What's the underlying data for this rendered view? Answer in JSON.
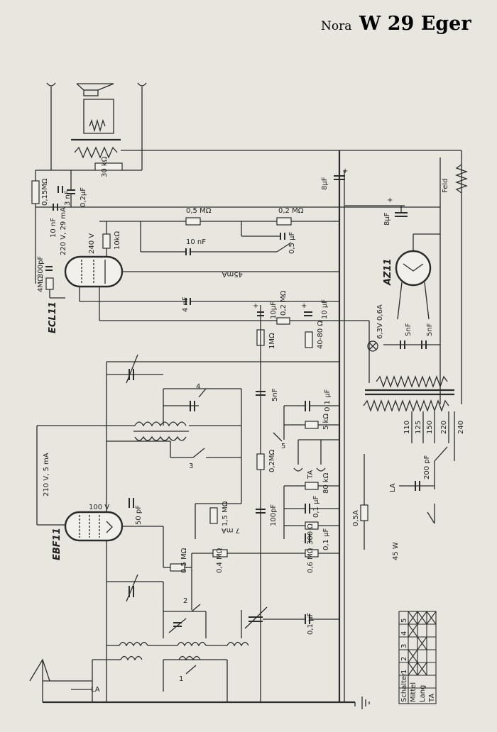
{
  "header": {
    "brand": "Nora",
    "model": "W 29 Eger"
  },
  "tubes": {
    "power": "ECL11",
    "rectifier": "AZ11",
    "if_amp": "EBF11"
  },
  "labels": {
    "r_30k": "30 kΩ",
    "c_3nf": "3 nF",
    "c_02uf": "0,2µF",
    "r_015m": "0,15MΩ",
    "c_10nf": "10 nF",
    "v_220": "220 V, 29 mA",
    "v_240": "240 V",
    "r_10k": "10kΩ",
    "c_300pf": "300pF",
    "r_4m": "4MΩ",
    "r_05m_top": "0,5 MΩ",
    "c_10nf_b": "10 nF",
    "r_02m_top": "0,2 MΩ",
    "c_05uf": "0,5 µF",
    "i_45ma": "45mA",
    "c_4nf": "4 nF",
    "c_8uf_top": "8µF",
    "c_8uf_mid": "8µF",
    "feld": "Feld",
    "c_10uf": "10µF",
    "r_02m_mid": "0,2 MΩ",
    "c_10uf_b": "10 µF",
    "r_1m": "1MΩ",
    "r_40_80": "40-80 Ω",
    "lamp": "6,3V 0,6A",
    "c_5nf_a": "5nF",
    "c_5nf_b": "5nF",
    "c_5nf_c": "5nF",
    "c_01uf_a": "0,1 µF",
    "r_5k": "5 kΩ",
    "sw_1": "1",
    "sw_2": "2",
    "sw_3": "3",
    "sw_4": "4",
    "sw_5": "5",
    "r_02m_lo": "0,2MΩ",
    "ta": "TA",
    "v_210": "210 V, 5 mA",
    "v_100": "100 V",
    "c_50pf": "50 pF",
    "r_15m": "1,5 MΩ",
    "i_7ma": "7 mA",
    "c_100pf": "100pF",
    "r_80k": "80 kΩ",
    "c_01uf_b": "0,1 µF",
    "r_300": "300 Ω",
    "c_01uf_c": "0,1 µF",
    "fuse": "0,5A",
    "r_05m_lo": "0,5 MΩ",
    "r_04m": "0,4 MΩ",
    "r_06m": "0,6 MΩ",
    "c_01uf_d": "0,1 µF",
    "taps": [
      "110",
      "125",
      "150",
      "220",
      "240"
    ],
    "c_200pf": "200 pF",
    "la_top": "LA",
    "la_ant": "LA",
    "power_w": "45 W"
  },
  "switch_table": {
    "header": "Schalter",
    "columns": [
      "1",
      "2",
      "3",
      "4",
      "5"
    ],
    "rows": [
      "Mittel",
      "Lang",
      "TA"
    ],
    "marks": [
      [
        true,
        true,
        false,
        true,
        true
      ],
      [
        true,
        false,
        true,
        false,
        true
      ],
      [
        false,
        false,
        false,
        false,
        true
      ]
    ]
  }
}
